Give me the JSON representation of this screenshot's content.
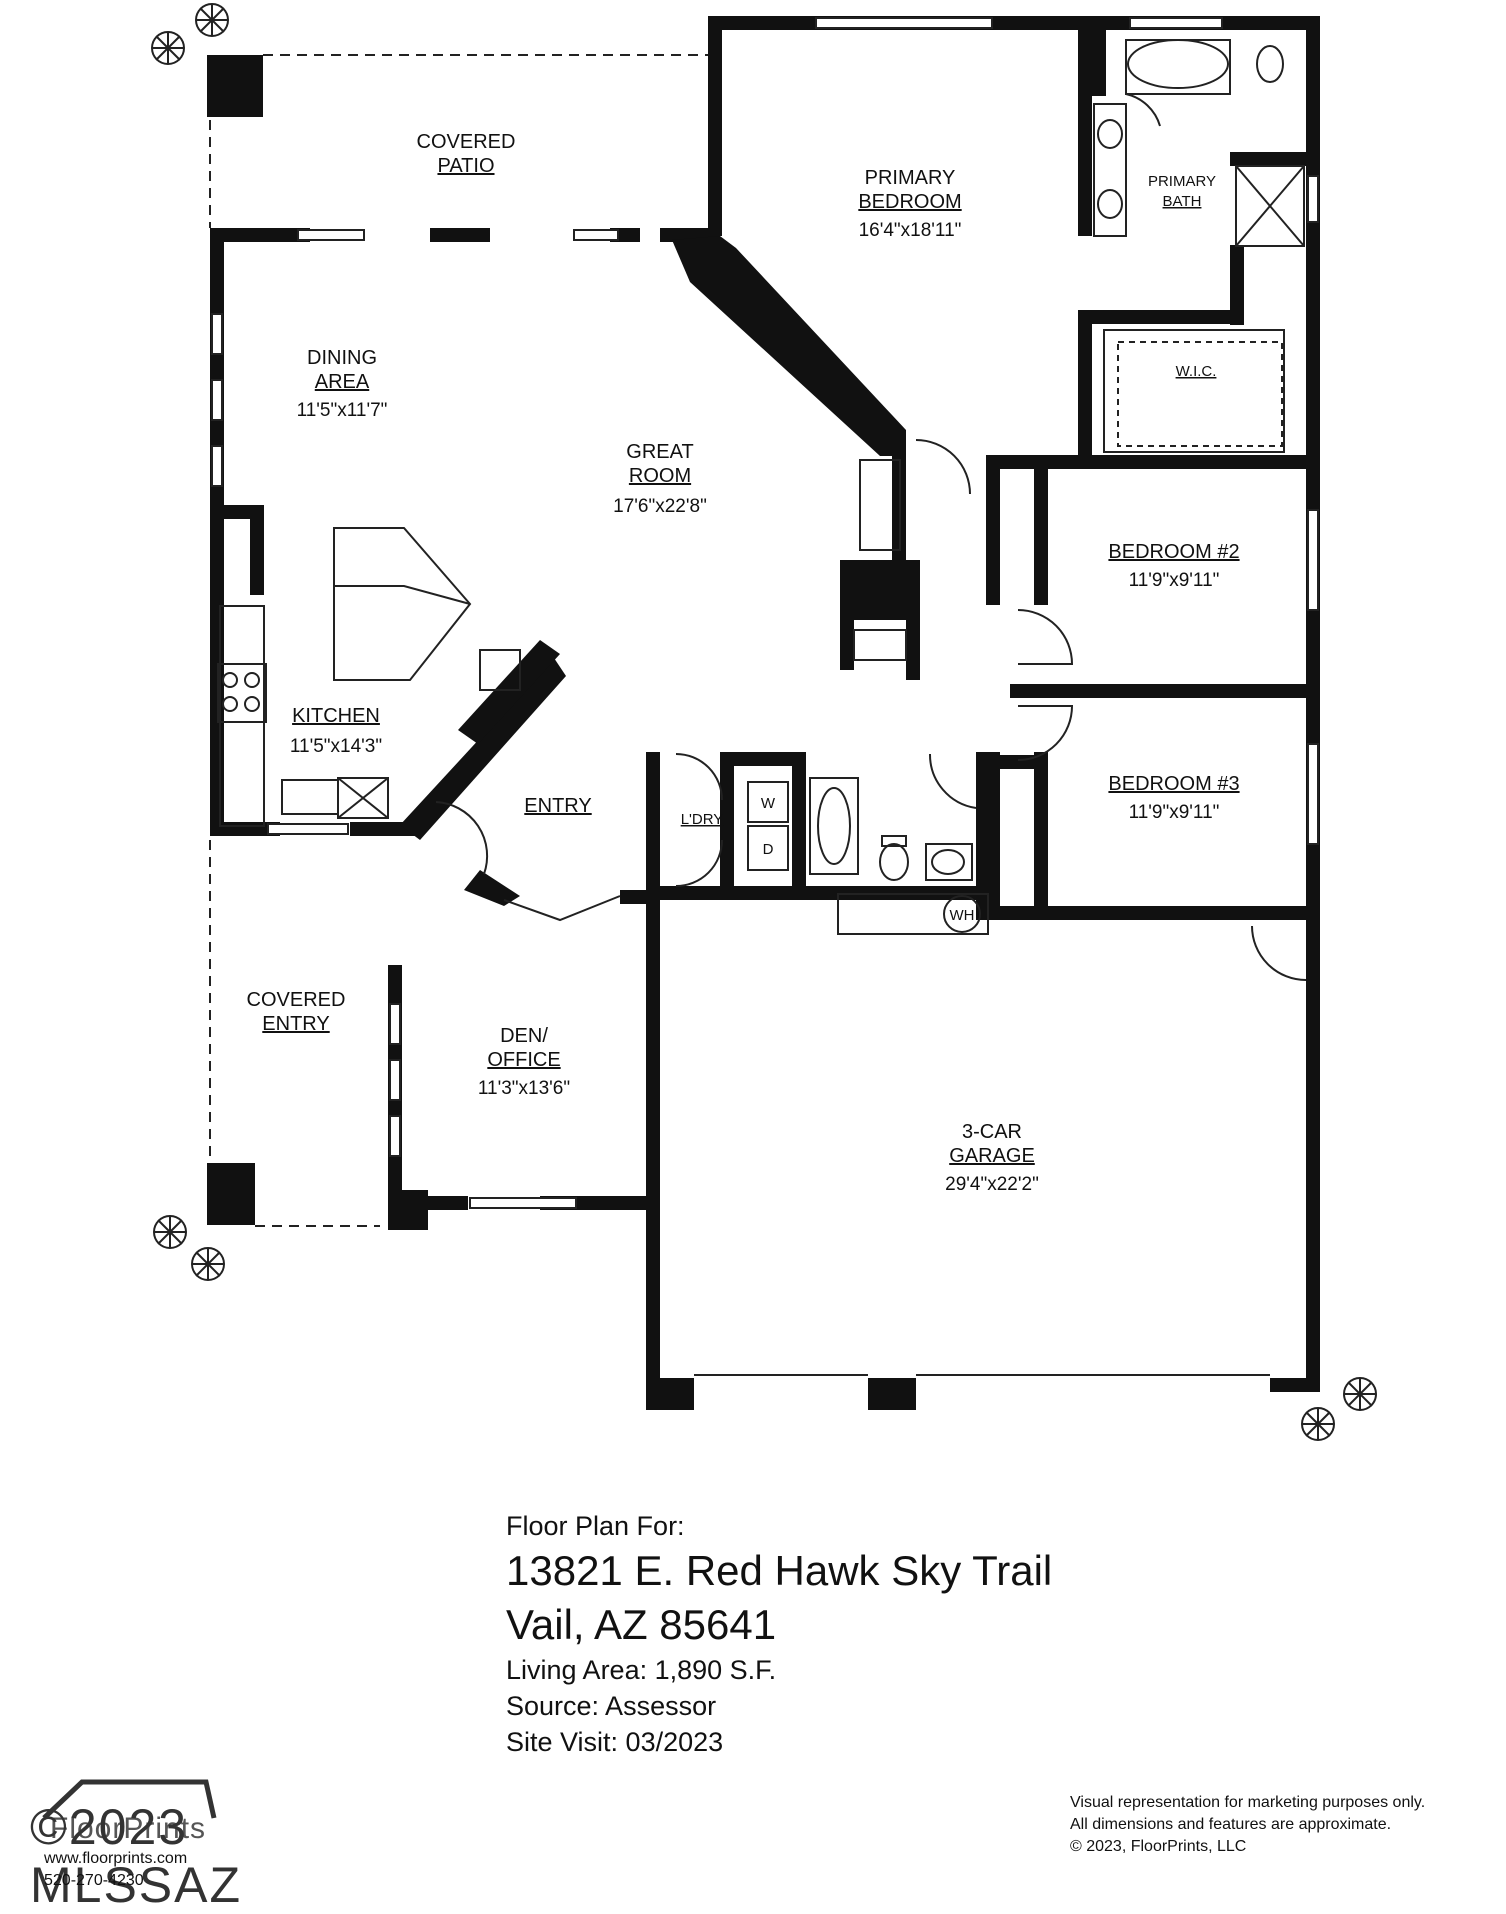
{
  "rooms": {
    "covered_patio": {
      "line1": "COVERED",
      "line2": "PATIO"
    },
    "primary_bedroom": {
      "line1": "PRIMARY",
      "line2": "BEDROOM",
      "dims": "16'4\"x18'11\""
    },
    "primary_bath": {
      "line1": "PRIMARY",
      "line2": "BATH"
    },
    "wic": {
      "line1": "W.I.C."
    },
    "dining_area": {
      "line1": "DINING",
      "line2": "AREA",
      "dims": "11'5\"x11'7\""
    },
    "great_room": {
      "line1": "GREAT",
      "line2": "ROOM",
      "dims": "17'6\"x22'8\""
    },
    "bedroom2": {
      "line1": "BEDROOM #2",
      "dims": "11'9\"x9'11\""
    },
    "kitchen": {
      "line1": "KITCHEN",
      "dims": "11'5\"x14'3\""
    },
    "entry": {
      "line1": "ENTRY"
    },
    "laundry": {
      "line1": "L'DRY"
    },
    "bedroom3": {
      "line1": "BEDROOM #3",
      "dims": "11'9\"x9'11\""
    },
    "covered_entry": {
      "line1": "COVERED",
      "line2": "ENTRY"
    },
    "den_office": {
      "line1": "DEN/",
      "line2": "OFFICE",
      "dims": "11'3\"x13'6\""
    },
    "garage": {
      "line1": "3-CAR",
      "line2": "GARAGE",
      "dims": "29'4\"x22'2\""
    }
  },
  "fixtures": {
    "water_heater": "WH",
    "washer": "W",
    "dryer": "D"
  },
  "info": {
    "heading": "Floor Plan For:",
    "address_line1": "13821 E. Red Hawk Sky Trail",
    "address_line2": "Vail, AZ  85641",
    "living_area": "Living Area:  1,890 S.F.",
    "source": "Source:  Assessor",
    "site_visit": "Site Visit:  03/2023"
  },
  "logo": {
    "watermark": "©2023 MLSSAZ",
    "brand": "FloorPrints",
    "website": "www.floorprints.com",
    "phone": "520-270-4230"
  },
  "disclaimer": {
    "line1": "Visual representation for marketing purposes only.",
    "line2": "All dimensions and features are approximate.",
    "line3": "© 2023, FloorPrints, LLC"
  }
}
